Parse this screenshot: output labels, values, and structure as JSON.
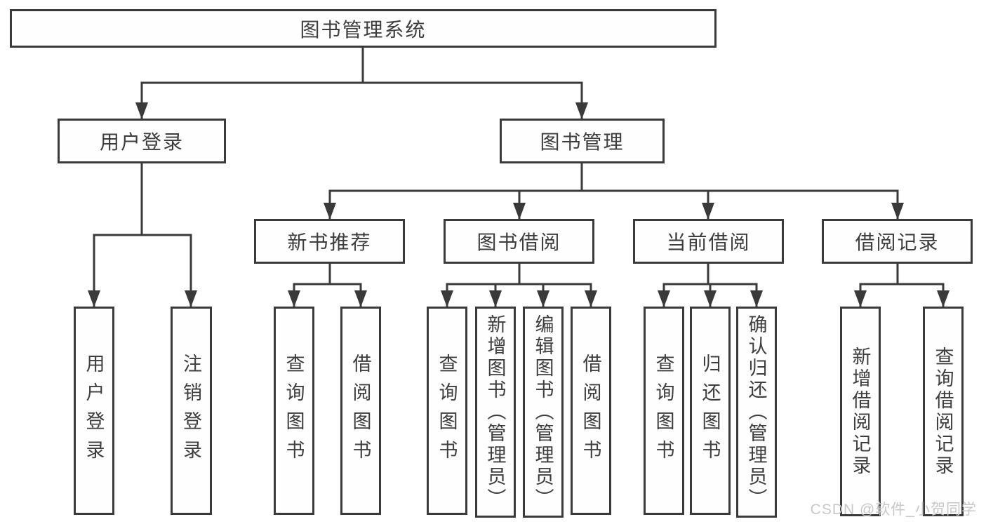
{
  "colors": {
    "line": "#3a3a3a",
    "text": "#3d3d3d",
    "box_background": "#fefefe",
    "watermark": "#c8c8c8"
  },
  "watermark": {
    "text": "CSDN @软件_小贺同学"
  },
  "tree": {
    "label": "图书管理系统",
    "children": [
      {
        "label": "用户登录",
        "children": [
          {
            "label": "用户登录"
          },
          {
            "label": "注销登录"
          }
        ]
      },
      {
        "label": "图书管理",
        "children": [
          {
            "label": "新书推荐",
            "children": [
              {
                "label": "查询图书"
              },
              {
                "label": "借阅图书"
              }
            ]
          },
          {
            "label": "图书借阅",
            "children": [
              {
                "label": "查询图书"
              },
              {
                "label": "新增图书（管理员）"
              },
              {
                "label": "编辑图书（管理员）"
              },
              {
                "label": "借阅图书"
              }
            ]
          },
          {
            "label": "当前借阅",
            "children": [
              {
                "label": "查询图书"
              },
              {
                "label": "归还图书"
              },
              {
                "label": "确认归还（管理员）"
              }
            ]
          },
          {
            "label": "借阅记录",
            "children": [
              {
                "label": "新增借阅记录"
              },
              {
                "label": "查询借阅记录"
              }
            ]
          }
        ]
      }
    ]
  }
}
